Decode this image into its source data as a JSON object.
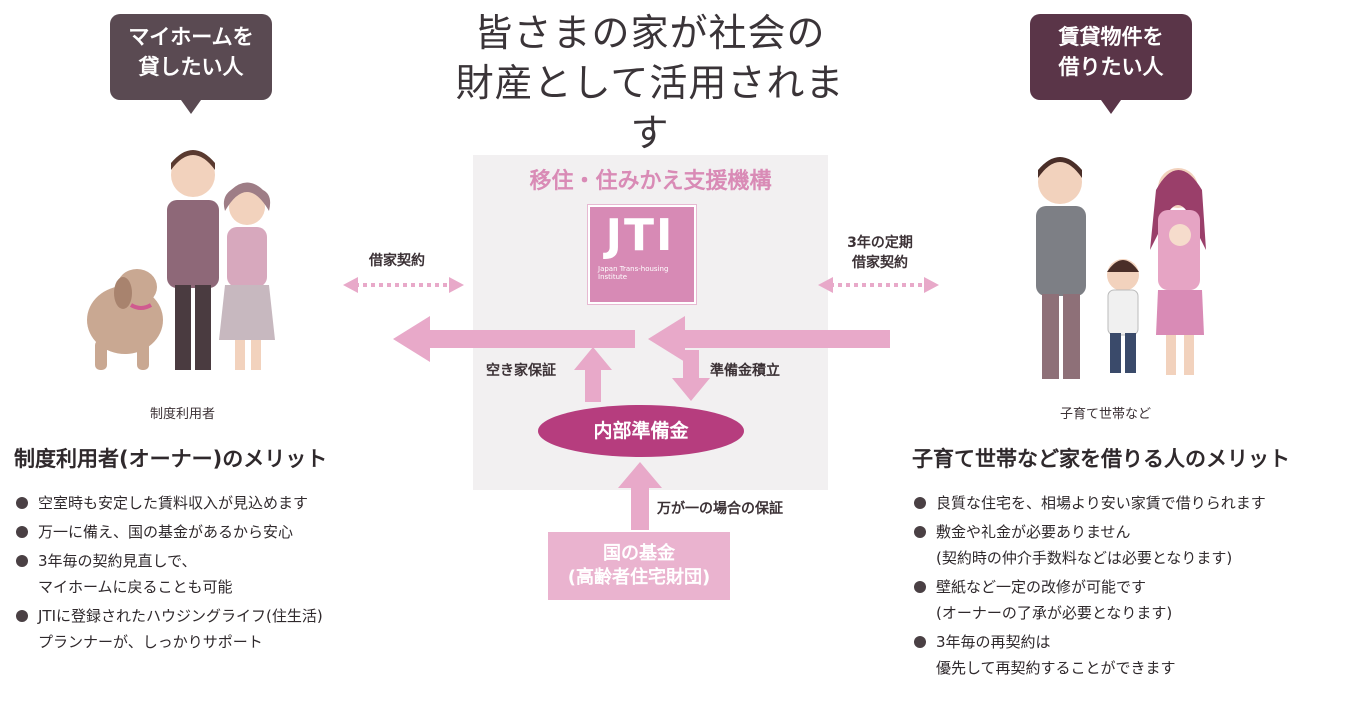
{
  "title": {
    "line1": "皆さまの家が社会の",
    "line2": "財産として活用されます"
  },
  "left_bubble": {
    "line1": "マイホームを",
    "line2": "貸したい人"
  },
  "right_bubble": {
    "line1": "賃貸物件を",
    "line2": "借りたい人"
  },
  "left_caption": "制度利用者",
  "right_caption": "子育て世帯など",
  "organization": {
    "name": "移住・住みかえ支援機構",
    "logo": "JTI",
    "logo_sub": "Japan Trans-housing Institute"
  },
  "labels": {
    "left_contract": "借家契約",
    "right_contract_line1": "3年の定期",
    "right_contract_line2": "借家契約",
    "vacancy_guarantee": "空き家保証",
    "reserve_accumulation": "準備金積立",
    "emergency_guarantee": "万が一の場合の保証"
  },
  "internal_reserve": "内部準備金",
  "national_fund": {
    "line1": "国の基金",
    "line2": "(高齢者住宅財団)"
  },
  "owner_merits": {
    "title": "制度利用者(オーナー)のメリット",
    "items": [
      {
        "line1": "空室時も安定した賃料収入が見込めます",
        "line2": ""
      },
      {
        "line1": "万一に備え、国の基金があるから安心",
        "line2": ""
      },
      {
        "line1": "3年毎の契約見直しで、",
        "line2": "マイホームに戻ることも可能"
      },
      {
        "line1": "JTIに登録されたハウジングライフ(住生活)",
        "line2": "プランナーが、しっかりサポート"
      }
    ]
  },
  "tenant_merits": {
    "title": "子育て世帯など家を借りる人のメリット",
    "items": [
      {
        "line1": "良質な住宅を、相場より安い家賃で借りられます",
        "line2": ""
      },
      {
        "line1": "敷金や礼金が必要ありません",
        "line2": "(契約時の仲介手数料などは必要となります)"
      },
      {
        "line1": "壁紙など一定の改修が可能です",
        "line2": "(オーナーの了承が必要となります)"
      },
      {
        "line1": "3年毎の再契約は",
        "line2": "優先して再契約することができます"
      }
    ]
  },
  "colors": {
    "pink": "#e8a9c9",
    "magenta": "#b63d7e",
    "bubble_left": "#5a4a52",
    "bubble_right": "#5a3548"
  }
}
